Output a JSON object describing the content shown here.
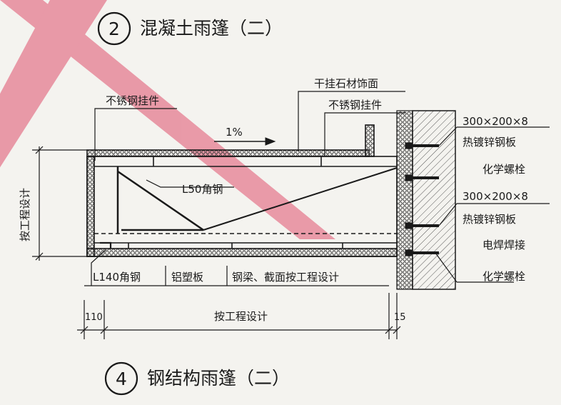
{
  "top_title": {
    "number": "2",
    "text": "混凝土雨篷（二）"
  },
  "bottom_title": {
    "number": "4",
    "text": "钢结构雨篷（二）"
  },
  "labels": {
    "stone_facing": "干挂石材饰面",
    "ss_hanger_right": "不锈钢挂件",
    "ss_hanger_left": "不锈钢挂件",
    "slope": "1%",
    "angle_l50": "L50角钢",
    "plate_1_size": "300×200×8",
    "plate_1_name": "热镀锌钢板",
    "plate_1_fix": "化学螺栓",
    "plate_2_size": "300×200×8",
    "plate_2_name": "热镀锌钢板",
    "plate_2_fix": "电焊焊接",
    "chem_bolt": "化学螺栓",
    "angle_l140": "L140角钢",
    "aluminum_panel": "铝塑板",
    "steel_beam": "钢梁、截面按工程设计",
    "height_design": "按工程设计"
  },
  "dimensions": {
    "left_edge": "110",
    "span": "按工程设计",
    "right_edge": "15"
  },
  "colors": {
    "line": "#1a1a1a",
    "watermark": "#e0506e",
    "background": "#f4f3ef"
  }
}
